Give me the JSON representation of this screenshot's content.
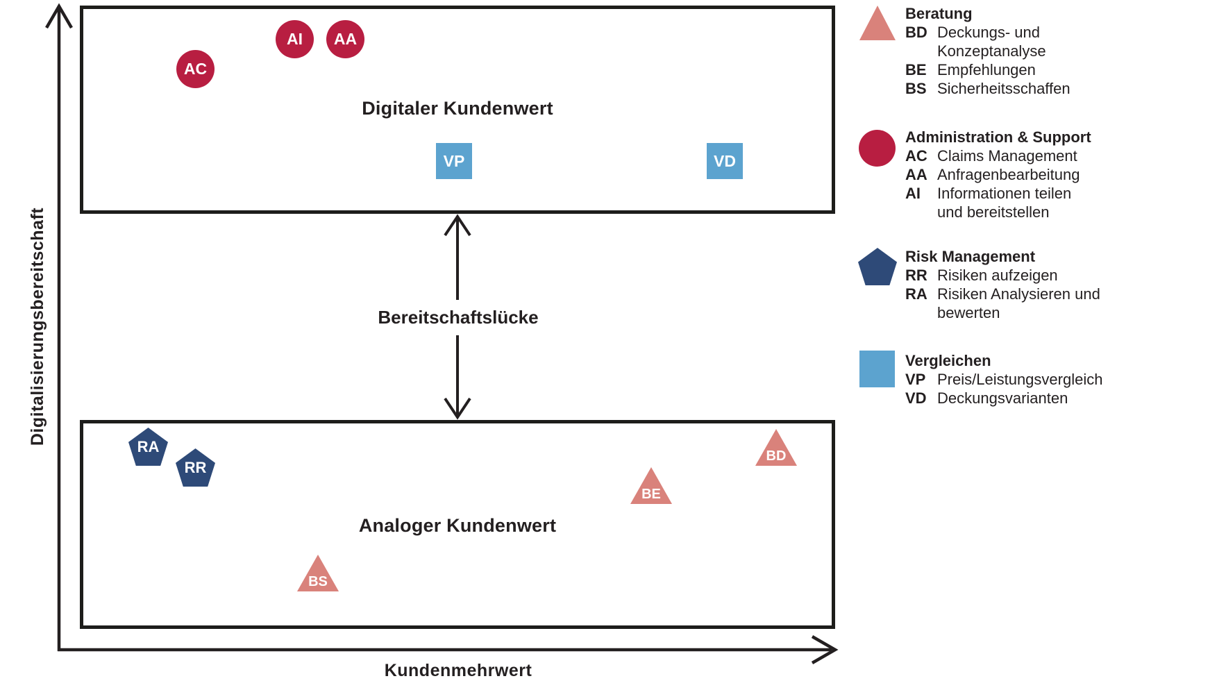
{
  "axes": {
    "y_label": "Digitalisierungsbereitschaft",
    "x_label": "Kundenmehrwert"
  },
  "zones": {
    "digital": {
      "label": "Digitaler Kundenwert"
    },
    "analog": {
      "label": "Analoger Kundenwert"
    }
  },
  "gap": {
    "label": "Bereitschaftslücke"
  },
  "points": {
    "ac": "AC",
    "ai": "AI",
    "aa": "AA",
    "vp": "VP",
    "vd": "VD",
    "ra": "RA",
    "rr": "RR",
    "bs": "BS",
    "be": "BE",
    "bd": "BD"
  },
  "legend": {
    "sections": [
      {
        "title": "Beratung",
        "icon": "triangle-icon",
        "color": "#d9827b",
        "items": [
          {
            "key": "BD",
            "text": "Deckungs- und"
          },
          {
            "key": "",
            "text": "Konzeptanalyse"
          },
          {
            "key": "BE",
            "text": "Empfehlungen"
          },
          {
            "key": "BS",
            "text": "Sicherheitsschaffen"
          }
        ]
      },
      {
        "title": "Administration & Support",
        "icon": "circle-icon",
        "color": "#b81e41",
        "items": [
          {
            "key": "AC",
            "text": "Claims Management"
          },
          {
            "key": "AA",
            "text": "Anfragenbearbeitung"
          },
          {
            "key": "AI",
            "text": "Informationen teilen"
          },
          {
            "key": "",
            "text": "und bereitstellen"
          }
        ]
      },
      {
        "title": "Risk Management",
        "icon": "pentagon-icon",
        "color": "#2e4a78",
        "items": [
          {
            "key": "RR",
            "text": "Risiken aufzeigen"
          },
          {
            "key": "RA",
            "text": "Risiken Analysieren und"
          },
          {
            "key": "",
            "text": "bewerten"
          }
        ]
      },
      {
        "title": "Vergleichen",
        "icon": "square-icon",
        "color": "#5ca3cf",
        "items": [
          {
            "key": "VP",
            "text": "Preis/Leistungsvergleich"
          },
          {
            "key": "VD",
            "text": "Deckungsvarianten"
          }
        ]
      }
    ]
  },
  "colors": {
    "beratung_salmon": "#d9827b",
    "admin_crimson": "#b81e41",
    "risk_navy": "#2e4a78",
    "vergleichen_blue": "#5ca3cf",
    "line_black": "#231f20"
  }
}
